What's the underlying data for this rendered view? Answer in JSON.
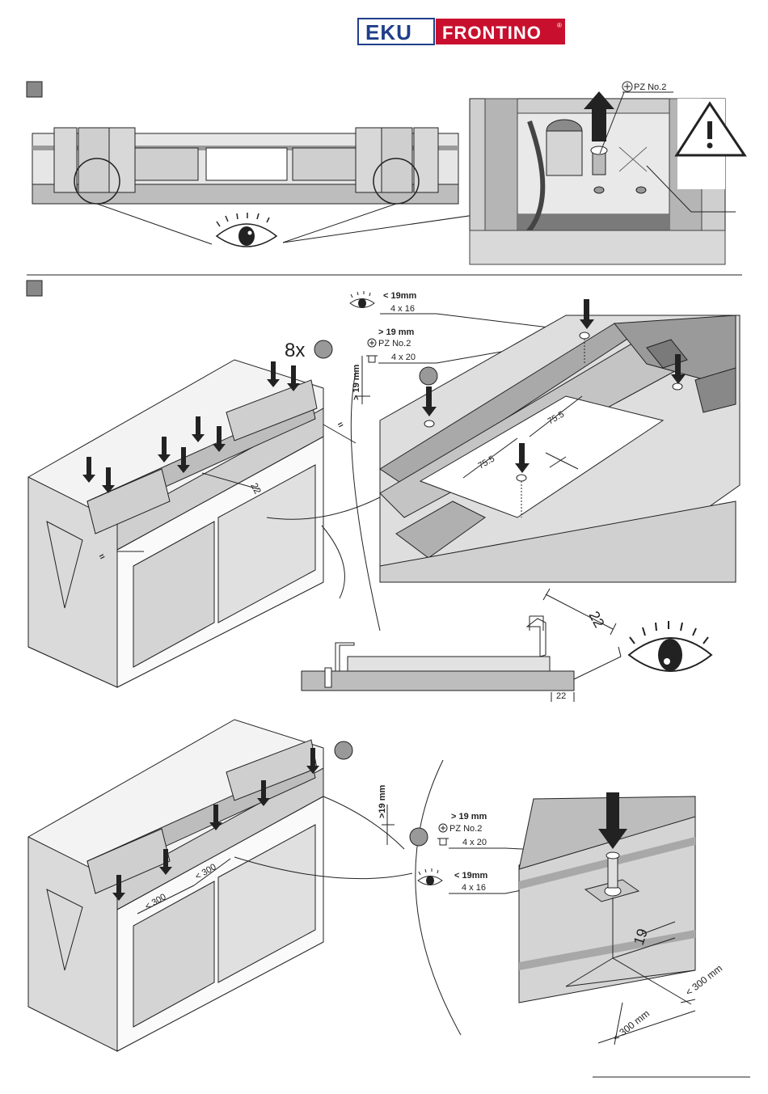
{
  "logo": {
    "brand": "EKU",
    "product": "FRONTINO",
    "registered": "®"
  },
  "section1": {
    "detail": {
      "screw_label": "PZ No.2"
    }
  },
  "section2": {
    "quantity": "8x",
    "overhang_label": "> 19 mm",
    "equal_mark": "=",
    "depth_small": "22",
    "callout_lt": {
      "cond": "< 19mm",
      "screw": "4 x 16"
    },
    "callout_gt": {
      "cond": "> 19 mm",
      "driver": "PZ No.2",
      "screw": "4 x 20"
    },
    "dist_a": "75.5",
    "dist_b": "75.5",
    "depth_large": "22",
    "section_depth": "22"
  },
  "section3": {
    "overhang_label": ">19 mm",
    "spacing_a": "< 300",
    "spacing_b": "< 300",
    "callout_gt": {
      "cond": "> 19 mm",
      "driver": "PZ No.2",
      "screw": "4 x 20"
    },
    "callout_lt": {
      "cond": "< 19mm",
      "screw": "4 x 16"
    },
    "depth": "19",
    "spacing_mm_a": "< 300 mm",
    "spacing_mm_b": "< 300 mm"
  },
  "colors": {
    "brand_blue": "#1f3f8a",
    "brand_red": "#c8102e"
  }
}
